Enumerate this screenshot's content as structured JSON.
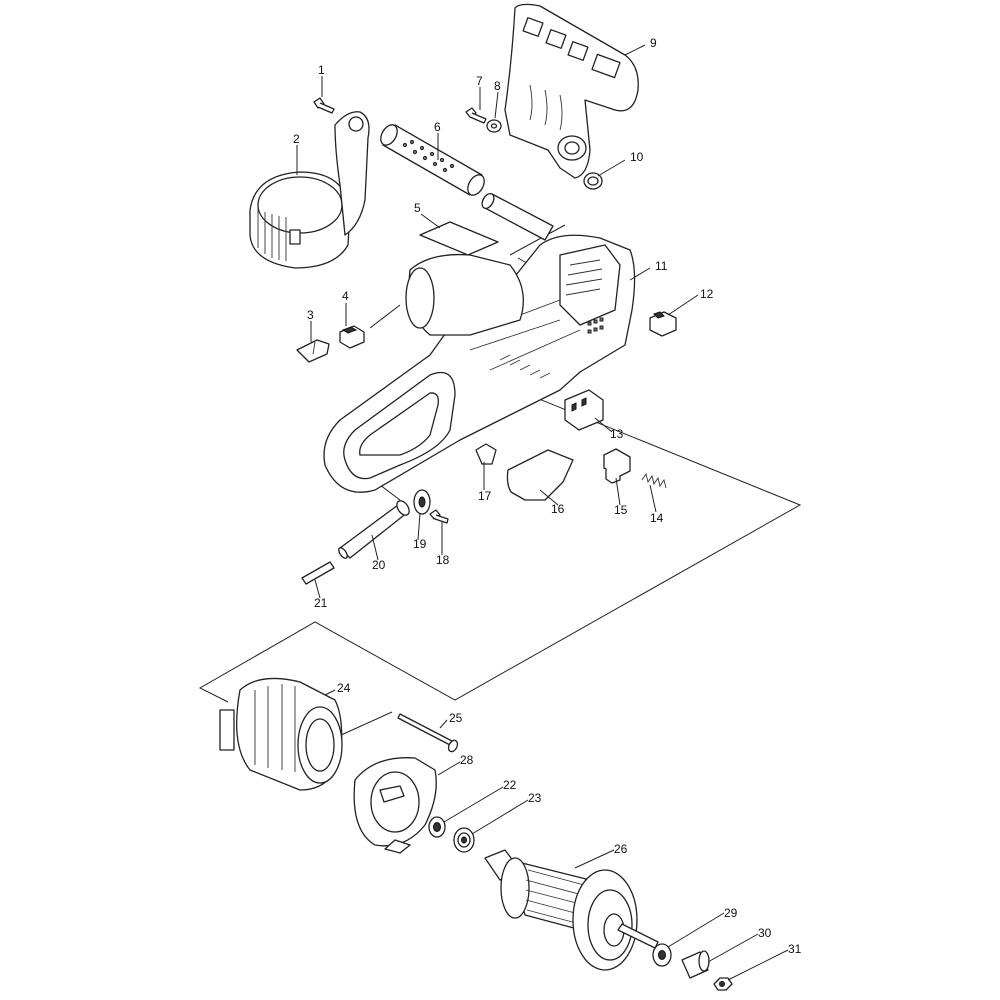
{
  "labels": [
    "1",
    "2",
    "3",
    "4",
    "5",
    "6",
    "7",
    "8",
    "9",
    "10",
    "11",
    "12",
    "13",
    "14",
    "15",
    "16",
    "17",
    "18",
    "19",
    "20",
    "21",
    "22",
    "23",
    "24",
    "25",
    "26",
    "28",
    "29",
    "30",
    "31"
  ]
}
